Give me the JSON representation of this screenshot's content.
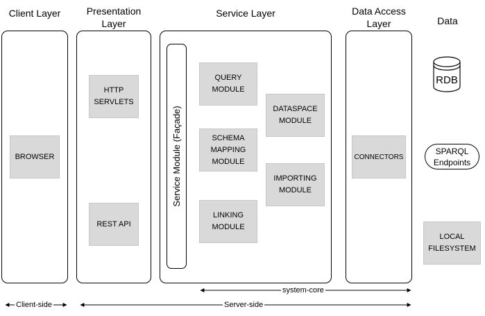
{
  "headers": {
    "client": "Client Layer",
    "presentation": "Presentation\nLayer",
    "service": "Service Layer",
    "data_access": "Data Access\nLayer",
    "data": "Data"
  },
  "boxes": {
    "browser": "BROWSER",
    "http_servlets": "HTTP\nSERVLETS",
    "rest_api": "REST API",
    "query_module": "QUERY\nMODULE",
    "schema_mapping_module": "SCHEMA\nMAPPING\nMODULE",
    "linking_module": "LINKING\nMODULE",
    "dataspace_module": "DATASPACE\nMODULE",
    "importing_module": "IMPORTING\nMODULE",
    "connectors": "CONNECTORS",
    "local_filesystem": "LOCAL\nFILESYSTEM"
  },
  "facade_label": "Service Module (Façade)",
  "data_sources": {
    "rdb": "RDB",
    "sparql": "SPARQL\nEndpoints"
  },
  "arrows": {
    "system_core": "system-core",
    "client_side": "Client-side",
    "server_side": "Server-side"
  }
}
